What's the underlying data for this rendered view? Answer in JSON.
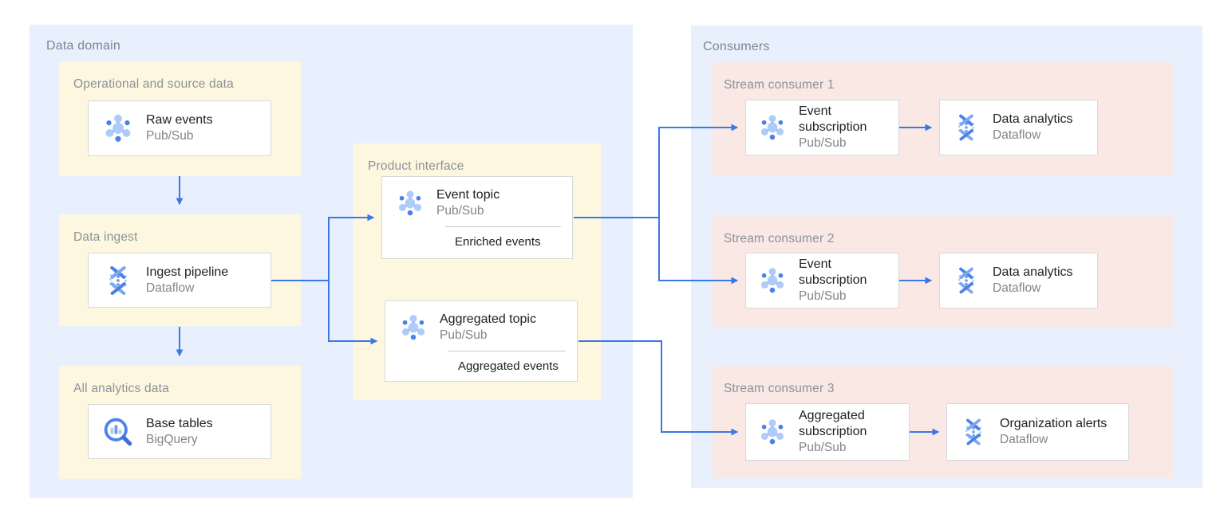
{
  "diagram": {
    "data_domain": {
      "label": "Data domain",
      "operational": {
        "label": "Operational and source data",
        "card": {
          "title": "Raw events",
          "subtitle": "Pub/Sub",
          "icon": "pubsub-icon"
        }
      },
      "ingest": {
        "label": "Data ingest",
        "card": {
          "title": "Ingest pipeline",
          "subtitle": "Dataflow",
          "icon": "dataflow-icon"
        }
      },
      "analytics": {
        "label": "All analytics data",
        "card": {
          "title": "Base tables",
          "subtitle": "BigQuery",
          "icon": "bigquery-icon"
        }
      },
      "product_interface": {
        "label": "Product interface",
        "event_topic": {
          "title": "Event topic",
          "subtitle": "Pub/Sub",
          "tag": "Enriched events",
          "icon": "pubsub-icon"
        },
        "aggregated_topic": {
          "title": "Aggregated topic",
          "subtitle": "Pub/Sub",
          "tag": "Aggregated events",
          "icon": "pubsub-icon"
        }
      }
    },
    "consumers": {
      "label": "Consumers",
      "streams": [
        {
          "label": "Stream consumer 1",
          "source": {
            "title": "Event subscription",
            "subtitle": "Pub/Sub",
            "icon": "pubsub-icon"
          },
          "sink": {
            "title": "Data analytics",
            "subtitle": "Dataflow",
            "icon": "dataflow-icon"
          }
        },
        {
          "label": "Stream consumer 2",
          "source": {
            "title": "Event subscription",
            "subtitle": "Pub/Sub",
            "icon": "pubsub-icon"
          },
          "sink": {
            "title": "Data analytics",
            "subtitle": "Dataflow",
            "icon": "dataflow-icon"
          }
        },
        {
          "label": "Stream consumer 3",
          "source": {
            "title": "Aggregated subscription",
            "subtitle": "Pub/Sub",
            "icon": "pubsub-icon"
          },
          "sink": {
            "title": "Organization alerts",
            "subtitle": "Dataflow",
            "icon": "dataflow-icon"
          }
        }
      ]
    },
    "colors": {
      "container_blue": "#e8f0fe",
      "group_yellow": "#fef7e0",
      "group_pink": "#f9e8e4",
      "arrow_blue": "#3b78e7",
      "icon_light_blue": "#aecbfa",
      "icon_medium_blue": "#4a81e8",
      "card_border": "#d6d8db",
      "title_text": "#202124",
      "subtitle_text": "#80868b"
    }
  }
}
